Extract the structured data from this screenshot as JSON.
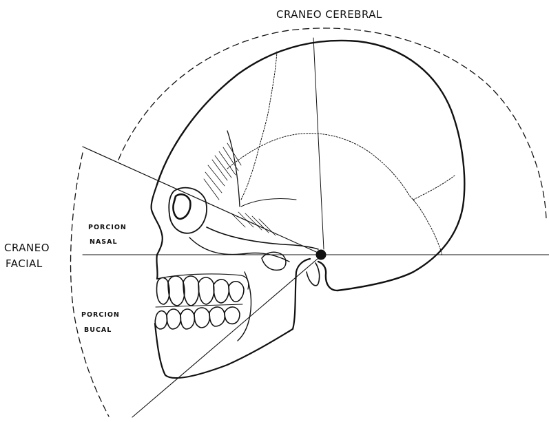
{
  "diagram": {
    "labels": {
      "craneo_cerebral": "CRANEO CEREBRAL",
      "craneo_facial_line1": "CRANEO",
      "craneo_facial_line2": "FACIAL",
      "porcion_nasal_line1": "PORCION",
      "porcion_nasal_line2": "NASAL",
      "porcion_bucal_line1": "PORCION",
      "porcion_bucal_line2": "BUCAL"
    },
    "colors": {
      "ink": "#111111",
      "background": "#ffffff"
    }
  }
}
